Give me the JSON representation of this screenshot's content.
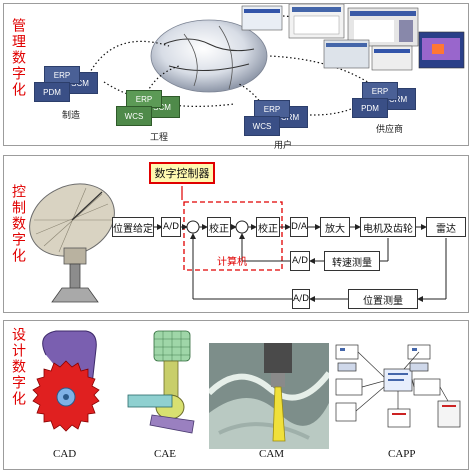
{
  "sections": {
    "management": {
      "title": "管理数字化",
      "groups": [
        {
          "label": "制造",
          "layers": [
            "ERP",
            "SCM",
            "PDM"
          ]
        },
        {
          "label": "工程",
          "layers": [
            "ERP",
            "SCM",
            "WCS"
          ]
        },
        {
          "label": "用户",
          "layers": [
            "ERP",
            "CRM",
            "WCS"
          ]
        },
        {
          "label": "供应商",
          "layers": [
            "ERP",
            "CRM",
            "PDM"
          ]
        }
      ]
    },
    "control": {
      "title": "控制数字化",
      "controller_label": "数字控制器",
      "computer_label": "计算机",
      "blocks": {
        "setpoint": "位置给定",
        "ad1": "A/D",
        "correct1": "校正",
        "correct2": "校正",
        "da": "D/A",
        "amp": "放大",
        "motor": "电机及齿轮",
        "radar": "雷达",
        "ad2": "A/D",
        "speed": "转速测量",
        "ad3": "A/D",
        "position": "位置测量"
      }
    },
    "design": {
      "title": "设计数字化",
      "captions": [
        "CAD",
        "CAE",
        "CAM",
        "CAPP"
      ]
    }
  },
  "colors": {
    "title_red": "#e00000",
    "controller_border": "#e00000",
    "controller_fill": "#fff9b0",
    "stack_blue": "#3a4f86",
    "stack_green": "#4f8a4a"
  }
}
